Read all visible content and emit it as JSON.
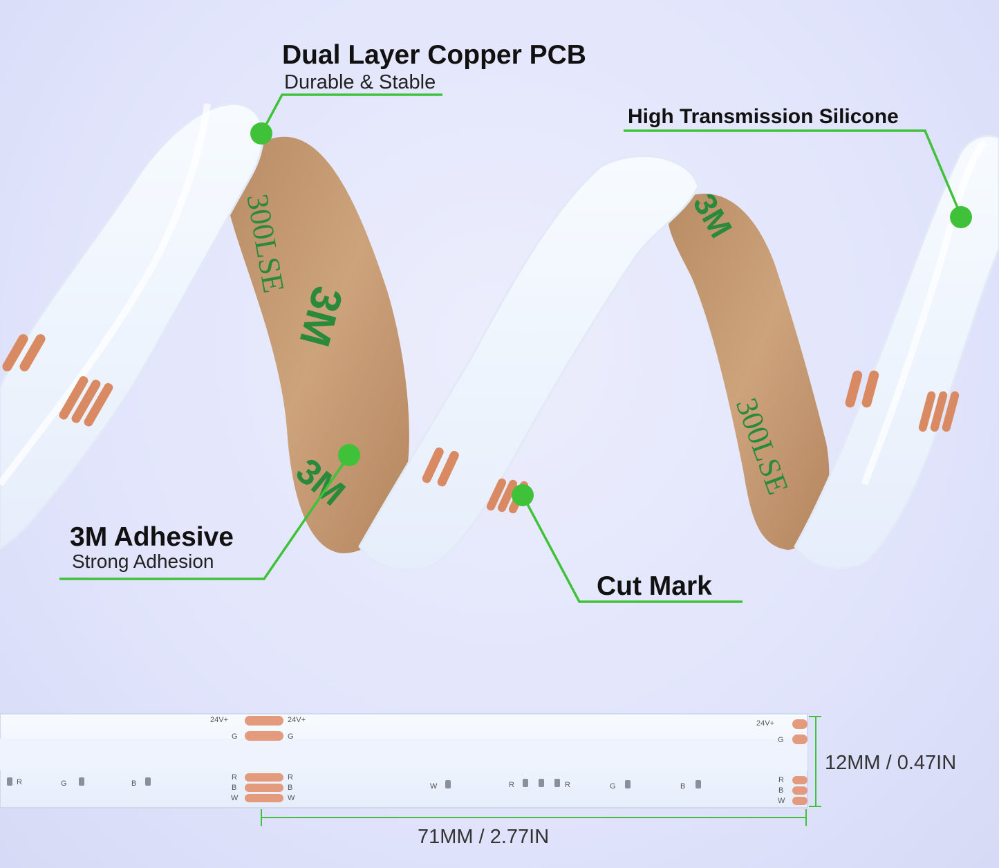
{
  "callouts": {
    "pcb": {
      "title": "Dual Layer Copper PCB",
      "subtitle": "Durable & Stable"
    },
    "silicone": {
      "title": "High Transmission Silicone"
    },
    "adhesive": {
      "title": "3M Adhesive",
      "subtitle": "Strong Adhesion"
    },
    "cut": {
      "title": "Cut Mark"
    }
  },
  "tape_marks": {
    "brand": "3M",
    "model": "300LSE"
  },
  "strip_labels": {
    "voltage": "24V+",
    "ground": "G",
    "red": "R",
    "blue": "B",
    "white": "W"
  },
  "dimensions": {
    "width": "12MM / 0.47IN",
    "length": "71MM / 2.77IN"
  },
  "colors": {
    "callout_green": "#3fc23a",
    "copper": "#d98a63",
    "tape": "#c59a72",
    "tape_print": "#2a8a3c",
    "silicone": "#f4f9ff"
  }
}
